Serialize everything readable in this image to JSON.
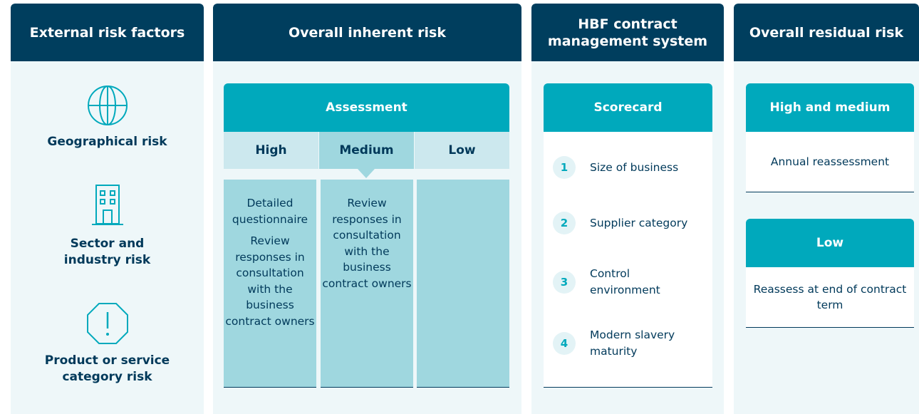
{
  "columns": {
    "external": {
      "title": "External risk factors",
      "factors": [
        {
          "icon": "globe-icon",
          "label": "Geographical risk"
        },
        {
          "icon": "building-icon",
          "label": "Sector and industry risk"
        },
        {
          "icon": "warning-octagon-icon",
          "label": "Product or service category risk"
        }
      ]
    },
    "inherent": {
      "title": "Overall inherent risk",
      "assessment_label": "Assessment",
      "levels": [
        "High",
        "Medium",
        "Low"
      ],
      "high_cell": [
        "Detailed questionnaire",
        "Review responses in consultation with the business contract owners"
      ],
      "medium_cell": [
        "Review responses in consultation with the business contract owners"
      ],
      "low_cell": []
    },
    "system": {
      "title": "HBF contract management system",
      "scorecard_label": "Scorecard",
      "items": [
        {
          "num": "1",
          "label": "Size of business"
        },
        {
          "num": "2",
          "label": "Supplier category"
        },
        {
          "num": "3",
          "label": "Control environment"
        },
        {
          "num": "4",
          "label": "Modern slavery maturity"
        }
      ]
    },
    "residual": {
      "title": "Overall residual risk",
      "groups": [
        {
          "label": "High and medium",
          "action": "Annual reassessment"
        },
        {
          "label": "Low",
          "action": "Reassess at end of contract term"
        }
      ]
    }
  },
  "colors": {
    "navy": "#003e5e",
    "teal": "#00a9bc",
    "light_teal": "#9fd7df",
    "pale_teal": "#cce8ee",
    "panel_bg": "#eef7f9"
  }
}
